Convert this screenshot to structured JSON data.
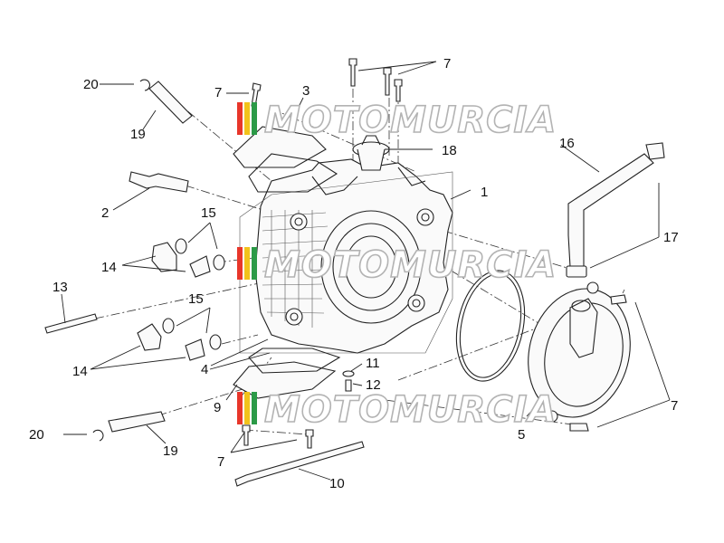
{
  "diagram": {
    "callouts": {
      "c1": "1",
      "c2": "2",
      "c3": "3",
      "c4": "4",
      "c5": "5",
      "c7a": "7",
      "c7b": "7",
      "c7c": "7",
      "c7d": "7",
      "c9": "9",
      "c10": "10",
      "c11": "11",
      "c12": "12",
      "c13": "13",
      "c14a": "14",
      "c14b": "14",
      "c15a": "15",
      "c15b": "15",
      "c16": "16",
      "c17": "17",
      "c18": "18",
      "c19a": "19",
      "c19b": "19",
      "c20a": "20",
      "c20b": "20"
    },
    "watermark": {
      "text": "MOTOMURCIA",
      "colors": [
        "#e8362a",
        "#f2c21b",
        "#2b9a47"
      ]
    }
  }
}
